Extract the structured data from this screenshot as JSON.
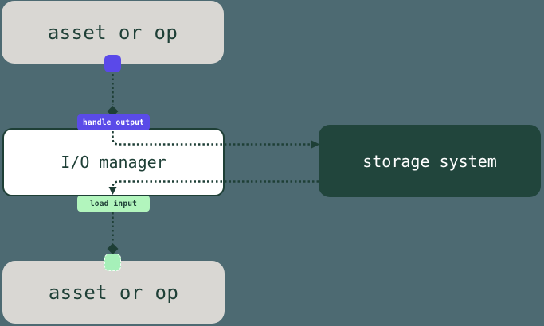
{
  "nodes": {
    "asset_top_label": "asset or op",
    "io_manager_label": "I/O manager",
    "storage_system_label": "storage system",
    "asset_bottom_label": "asset or op"
  },
  "edges": {
    "handle_output_label": "handle output",
    "load_input_label": "load input"
  },
  "colors": {
    "background": "#4d6a72",
    "asset_box_fill": "#d9d7d3",
    "io_box_fill": "#ffffff",
    "io_box_border": "#1e3f36",
    "storage_box_fill": "#21453c",
    "dark_green_text_and_lines": "#1e3f36",
    "handle_output_purple": "#5a4be8",
    "output_square_purple": "#5a49e9",
    "load_input_mint": "#b2f5bd",
    "input_square_mint": "#a6f0b9",
    "storage_text": "#ffffff"
  }
}
